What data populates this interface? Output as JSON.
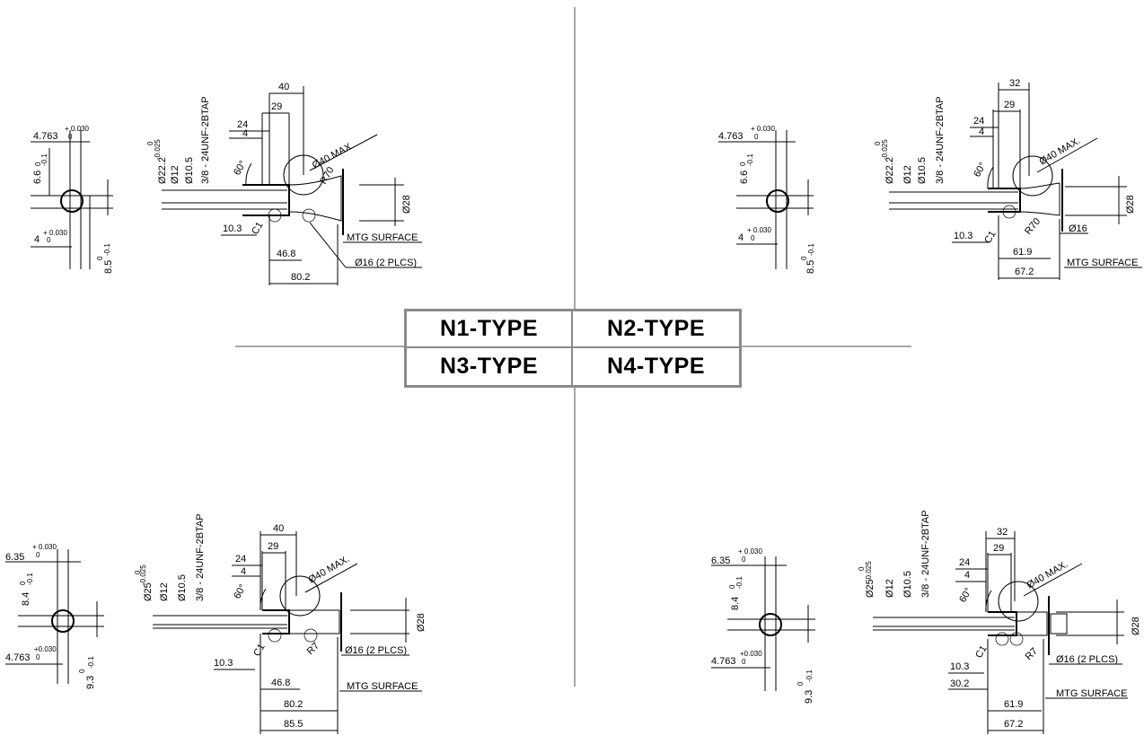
{
  "types": [
    "N1-TYPE",
    "N2-TYPE",
    "N3-TYPE",
    "N4-TYPE"
  ],
  "labels": {
    "mtg_surface": "MTG SURFACE",
    "dia16_2plcs": "Ø16 (2 PLCS)",
    "dia16": "Ø16",
    "dia40max": "Ø40 MAX.",
    "tap": "3/8 - 24UNF-2BTAP",
    "tap_b": "3/8 - 24UNF-2BTAP",
    "dia28": "Ø28",
    "dia12": "Ø12",
    "dia10_5": "Ø10.5",
    "dia22_2": "Ø22.2",
    "dia25": "Ø25",
    "tol_m025": "-0.025",
    "tol_zero": "0",
    "tol_m01": "-0.1",
    "tol_p030": "+ 0.030",
    "tol_p030b": "+0.030",
    "c1": "C1",
    "deg60": "60°",
    "r70": "R70",
    "r7": "R7"
  },
  "n1": {
    "d40": "40",
    "d29": "29",
    "d24": "24",
    "d4": "4",
    "d10_3": "10.3",
    "d46_8": "46.8",
    "d80_2": "80.2",
    "k1": "4.763",
    "k2": "6.6",
    "k3": "4",
    "k4": "8.5"
  },
  "n2": {
    "d32": "32",
    "d29": "29",
    "d24": "24",
    "d4": "4",
    "d10_3": "10.3",
    "d61_9": "61.9",
    "d67_2": "67.2",
    "k1": "4.763",
    "k2": "6.6",
    "k3": "4",
    "k4": "8.5"
  },
  "n3": {
    "d40": "40",
    "d29": "29",
    "d24": "24",
    "d4": "4",
    "d10_3": "10.3",
    "d46_8": "46.8",
    "d80_2": "80.2",
    "d85_5": "85.5",
    "k1": "6.35",
    "k2": "8.4",
    "k3": "4.763",
    "k4": "9.3"
  },
  "n4": {
    "d32": "32",
    "d29": "29",
    "d24": "24",
    "d4": "4",
    "d10_3": "10.3",
    "d30_2": "30.2",
    "d61_9": "61.9",
    "d67_2": "67.2",
    "k1": "6.35",
    "k2": "8.4",
    "k3": "4.763",
    "k4": "9.3"
  }
}
